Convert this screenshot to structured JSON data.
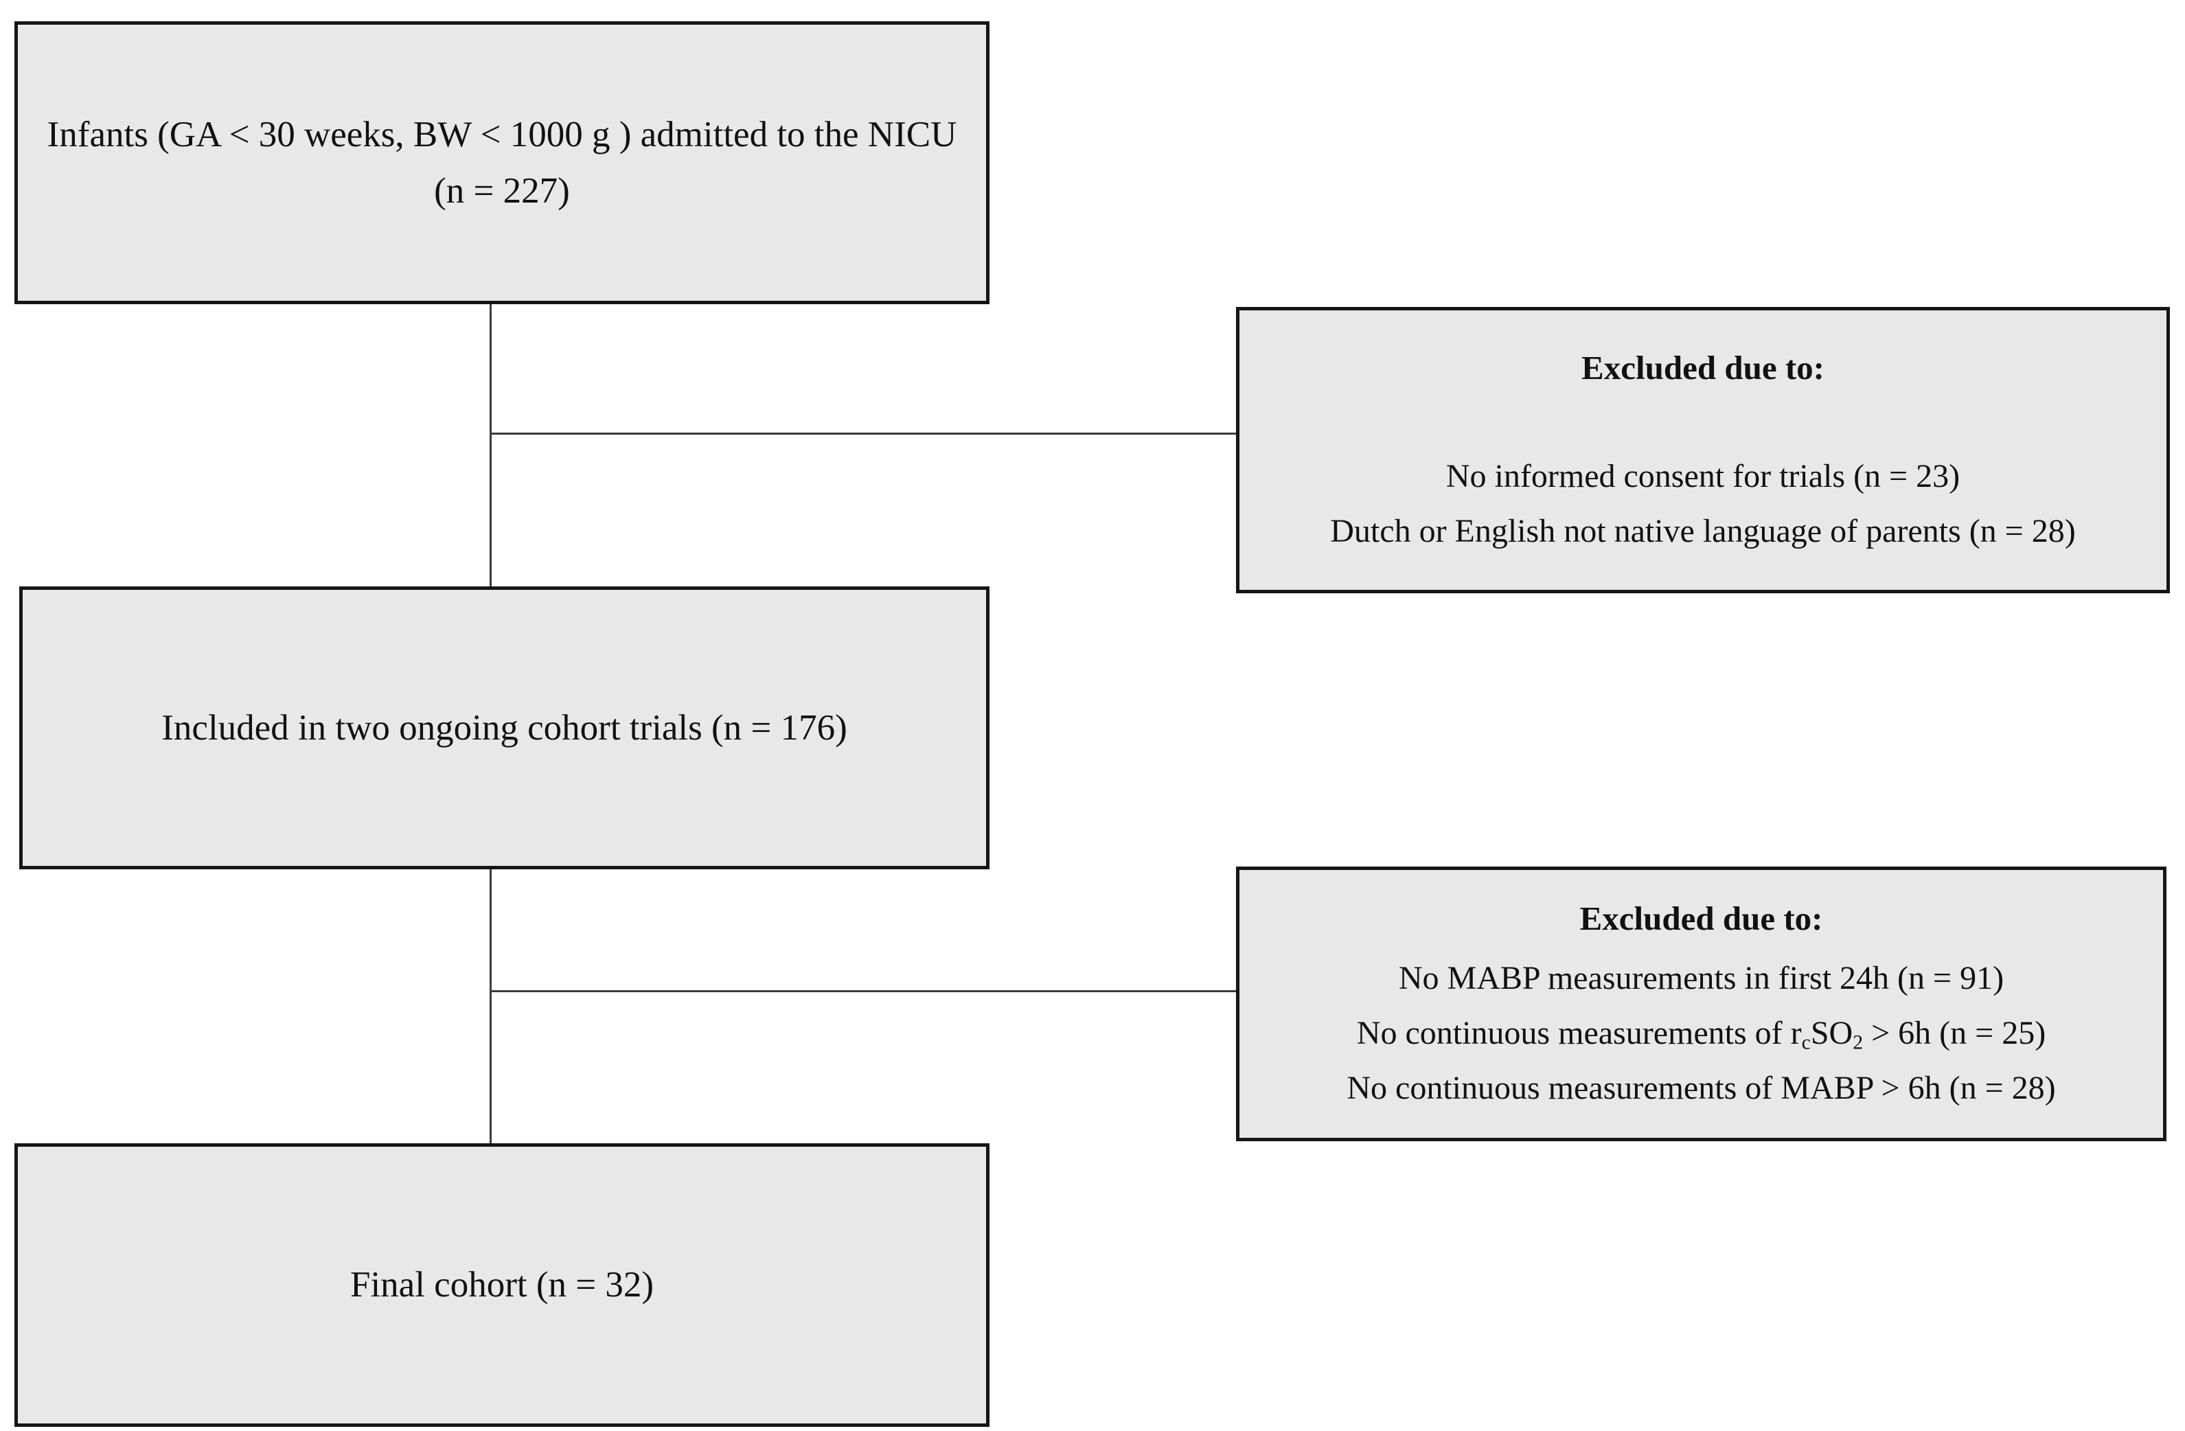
{
  "diagram": {
    "type": "cohort-flowchart",
    "box_fill_color": "#e8e8e8",
    "box_border_color": "#161616",
    "connector_color": "#3c3c3c",
    "boxes": {
      "admitted": {
        "text": "Infants (GA < 30 weeks, BW < 1000 g ) admitted to the NICU (n = 227)",
        "n": 227
      },
      "excluded1": {
        "title": "Excluded due to:",
        "items": [
          [
            {
              "t": "No informed consent for trials (n = 23)"
            }
          ],
          [
            {
              "t": "Dutch or English not native language of parents (n = 28)"
            }
          ]
        ],
        "counts": [
          23,
          28
        ]
      },
      "included": {
        "text": "Included in two ongoing cohort trials (n = 176)",
        "n": 176
      },
      "excluded2": {
        "title": "Excluded due to:",
        "items": [
          [
            {
              "t": "No MABP measurements in first 24h (n = 91)"
            }
          ],
          [
            {
              "t": "No continuous measurements of r"
            },
            {
              "t": "c",
              "sub": true
            },
            {
              "t": "SO"
            },
            {
              "t": "2",
              "sub": true
            },
            {
              "t": " > 6h (n = 25)"
            }
          ],
          [
            {
              "t": "No continuous measurements of MABP > 6h (n = 28)"
            }
          ]
        ],
        "counts": [
          91,
          25,
          28
        ]
      },
      "final": {
        "text": "Final cohort (n = 32)",
        "n": 32
      }
    }
  }
}
